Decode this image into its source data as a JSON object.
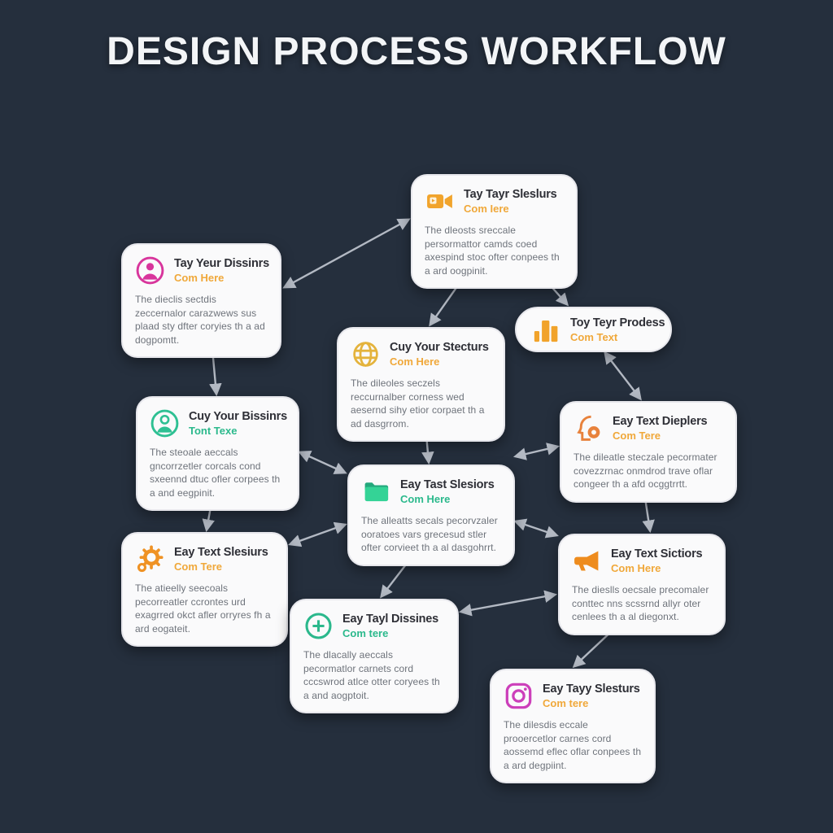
{
  "title": "DESIGN PROCESS WORKFLOW",
  "colors": {
    "background": "#252f3d",
    "card_background": "#fafafb",
    "arrow": "#b3b9c3",
    "orange_accent": "#f0a83a",
    "teal_accent": "#2bb98c",
    "pink_accent": "#d8359c",
    "magenta_accent": "#cc3fba",
    "green_accent": "#2fce8f",
    "orange_deep": "#ee8c1e"
  },
  "cards": [
    {
      "id": "tay-tayr-sleslurs",
      "icon": "video-camera-icon",
      "accent": "#f1a42c",
      "title": "Tay Tayr Sleslurs",
      "subtitle": "Com Iere",
      "body": "The dleosts sreccale persormattor camds coed axespind stoc ofter conpees th a ard oogpinit."
    },
    {
      "id": "tay-yeur-dissinrs",
      "icon": "person-circle-icon",
      "accent": "#d8359c",
      "title": "Tay Yeur Dissinrs",
      "subtitle": "Com Here",
      "body": "The dieclis sectdis zeccernalor carazwews sus plaad sty dfter coryies th a ad dogpomtt."
    },
    {
      "id": "toy-teyr-prodess",
      "icon": "bar-chart-icon",
      "accent": "#f1a32b",
      "title": "Toy Teyr Prodess",
      "subtitle": "Com Text",
      "body": ""
    },
    {
      "id": "cuy-your-stecturs",
      "icon": "globe-icon",
      "accent": "#e4b33c",
      "title": "Cuy Your Stecturs",
      "subtitle": "Com Here",
      "body": "The dileoles seczels reccurnalber corness wed aesernd sihy etior corpaet th a ad dasgrrom."
    },
    {
      "id": "cuy-your-bissinrs",
      "icon": "person-circle-icon",
      "accent": "#2ec093",
      "title": "Cuy Your Bissinrs",
      "subtitle": "Tont Texe",
      "body": "The steoale aeccals gncorrzetler corcals cond sxeennd dtuc ofler corpees th a and eegpinit."
    },
    {
      "id": "eay-text-dieplers",
      "icon": "head-gear-icon",
      "accent": "#e8823c",
      "title": "Eay Text Dieplers",
      "subtitle": "Com Tere",
      "body": "The dileatle steczale pecormater covezzrnac onmdrod trave oflar congeer th a afd ocggtrrtt."
    },
    {
      "id": "eay-tast-slesiors",
      "icon": "folder-icon",
      "accent": "#2fce8f",
      "title": "Eay Tast Slesiors",
      "subtitle": "Com Here",
      "body": "The alleatts secals pecorvzaler ooratoes vars grecesud stler ofter corvieet th a al dasgohrrt."
    },
    {
      "id": "eay-text-slesiurs",
      "icon": "gear-icon",
      "accent": "#ef9224",
      "title": "Eay Text Slesiurs",
      "subtitle": "Com Tere",
      "body": "The atieelly seecoals pecorreatler ccrontes urd exagrred okct afler orryres fh a ard eogateit."
    },
    {
      "id": "eay-text-sictiors",
      "icon": "megaphone-icon",
      "accent": "#ee8c1e",
      "title": "Eay Text Sictiors",
      "subtitle": "Com Here",
      "body": "The dieslls oecsale precomaler conttec nns scssrnd allyr oter cenlees th a al diegonxt."
    },
    {
      "id": "eay-tayl-dissines",
      "icon": "plus-circle-icon",
      "accent": "#2bb88c",
      "title": "Eay Tayl Dissines",
      "subtitle": "Com tere",
      "body": "The dlacally aeccals pecormatlor carnets cord cccswrod atlce otter coryees th a and aogptoit."
    },
    {
      "id": "eay-tayy-slesturs",
      "icon": "instagram-icon",
      "accent": "#cc3fba",
      "title": "Eay Tayy Slesturs",
      "subtitle": "Com tere",
      "body": "The dilesdis eccale prooercetlor carnes cord aossemd eflec oflar conpees th a ard degpiint."
    }
  ],
  "connections": [
    {
      "from": "tay-yeur-dissinrs",
      "to": "tay-tayr-sleslurs"
    },
    {
      "from": "tay-tayr-sleslurs",
      "to": "cuy-your-stecturs"
    },
    {
      "from": "tay-tayr-sleslurs",
      "to": "toy-teyr-prodess"
    },
    {
      "from": "toy-teyr-prodess",
      "to": "eay-text-dieplers"
    },
    {
      "from": "tay-yeur-dissinrs",
      "to": "cuy-your-bissinrs"
    },
    {
      "from": "cuy-your-stecturs",
      "to": "eay-tast-slesiors"
    },
    {
      "from": "cuy-your-bissinrs",
      "to": "eay-tast-slesiors"
    },
    {
      "from": "eay-text-slesiurs",
      "to": "eay-tast-slesiors"
    },
    {
      "from": "eay-tast-slesiors",
      "to": "eay-text-dieplers"
    },
    {
      "from": "cuy-your-bissinrs",
      "to": "eay-text-slesiurs"
    },
    {
      "from": "eay-tast-slesiors",
      "to": "eay-tayl-dissines"
    },
    {
      "from": "eay-tast-slesiors",
      "to": "eay-text-sictiors"
    },
    {
      "from": "eay-tayl-dissines",
      "to": "eay-text-sictiors"
    },
    {
      "from": "eay-text-sictiors",
      "to": "eay-tayy-slesturs"
    },
    {
      "from": "eay-text-dieplers",
      "to": "eay-text-sictiors"
    }
  ]
}
